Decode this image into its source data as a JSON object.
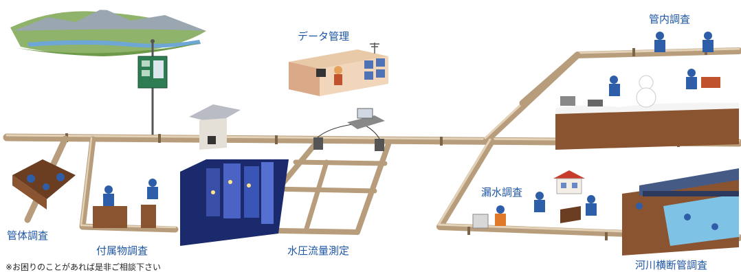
{
  "labels": {
    "pipe_body_survey": "管体調査",
    "attachments_survey": "付属物調査",
    "pressure_flow_measurement": "水圧流量測定",
    "data_management": "データ管理",
    "in_pipe_survey": "管内調査",
    "leak_survey": "漏水調査",
    "river_crossing_survey": "河川横断管調査"
  },
  "footnote": "※お困りのことがあれば是非ご相談下さい"
}
